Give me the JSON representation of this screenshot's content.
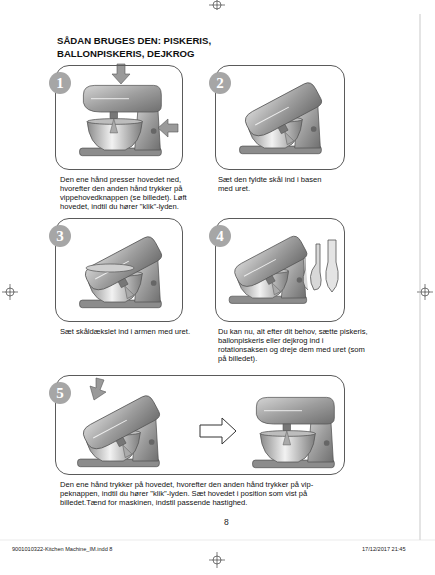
{
  "diagram": {
    "title": "SÅDAN BRUGES DEN: PISKERIS, BALLONPISKERIS, DEJKROG",
    "nodes": [
      {
        "text": [
          "1",
          "Den ene hånd presser hovedet ned, hvorefter den anden hånd trykker på vippehovedknappen (se billedet). Løft hovedet, indtil du hører \"klik\"-lyden."
        ]
      },
      {
        "text": [
          "2",
          "Sæt den fyldte skål ind i basen med uret."
        ]
      },
      {
        "text": [
          "3",
          "Sæt skåldækslet ind i armen med uret."
        ]
      },
      {
        "text": [
          "4",
          "Du kan nu, alt efter dit behov, sætte piskeris, ballonpiskeris eller dejkrog ind i rotationsaksen og dreje dem med uret (som på billedet)."
        ]
      },
      {
        "text": [
          "5",
          "Den ene hånd trykker på hovedet, hvorefter den anden hånd trykker på vip-peknappen, indtil du hører \"klik\"-lyden. Sæt hovedet i position som vist på billedet.Tænd for maskinen, indstil passende hastighed."
        ]
      }
    ],
    "labels": [
      "8",
      "9001010322-Kitchen Machine_IM.indd 8",
      "17/12/2017 21:45"
    ]
  }
}
